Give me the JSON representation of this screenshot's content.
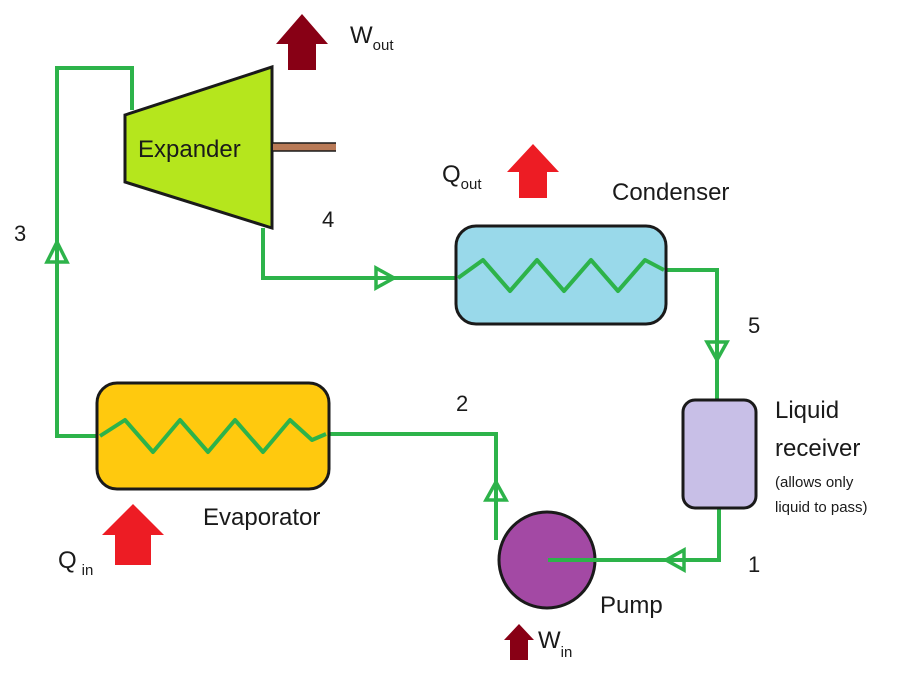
{
  "components": {
    "expander": {
      "label": "Expander",
      "color": "#b5e61d"
    },
    "condenser": {
      "label": "Condenser",
      "color": "#99d9ea"
    },
    "evaporator": {
      "label": "Evaporator",
      "color": "#ffc90e"
    },
    "receiver": {
      "label_line1": "Liquid",
      "label_line2": "receiver",
      "note_line1": "(allows only",
      "note_line2": "liquid to pass)",
      "color": "#c8bfe7"
    },
    "pump": {
      "label": "Pump",
      "color": "#a349a4"
    }
  },
  "states": [
    "1",
    "2",
    "3",
    "4",
    "5"
  ],
  "energy": {
    "w_out": {
      "symbol": "W",
      "subscript": "out",
      "color": "#880015"
    },
    "q_out": {
      "symbol": "Q",
      "subscript": "out",
      "color": "#ed1c24"
    },
    "q_in": {
      "symbol": "Q",
      "subscript": "in",
      "color": "#ed1c24"
    },
    "w_in": {
      "symbol": "W",
      "subscript": "in",
      "color": "#880015"
    }
  },
  "pipe_color": "#2db34a",
  "shaft_color": "#b97a57"
}
